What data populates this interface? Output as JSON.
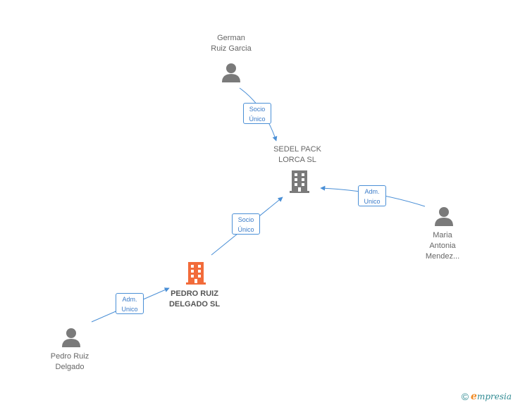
{
  "nodes": {
    "german": {
      "line1": "German",
      "line2": "Ruiz Garcia"
    },
    "sedel": {
      "line1": "SEDEL PACK",
      "line2": "LORCA SL"
    },
    "maria": {
      "line1": "Maria",
      "line2": "Antonia",
      "line3": "Mendez..."
    },
    "pedro_sl": {
      "line1": "PEDRO RUIZ",
      "line2": "DELGADO SL"
    },
    "pedro": {
      "line1": "Pedro Ruiz",
      "line2": "Delgado"
    }
  },
  "edges": {
    "german_sedel": {
      "line1": "Socio",
      "line2": "Único"
    },
    "maria_sedel": {
      "line1": "Adm.",
      "line2": "Unico"
    },
    "pedrosl_sedel": {
      "line1": "Socio",
      "line2": "Único"
    },
    "pedro_pedrosl": {
      "line1": "Adm.",
      "line2": "Unico"
    }
  },
  "colors": {
    "person": "#7a7a7a",
    "company": "#7a7a7a",
    "company_main": "#f26b3a",
    "edge": "#4a8fd6"
  },
  "footer": {
    "copyright": "©",
    "brand_initial": "e",
    "brand_rest": "mpresia"
  }
}
